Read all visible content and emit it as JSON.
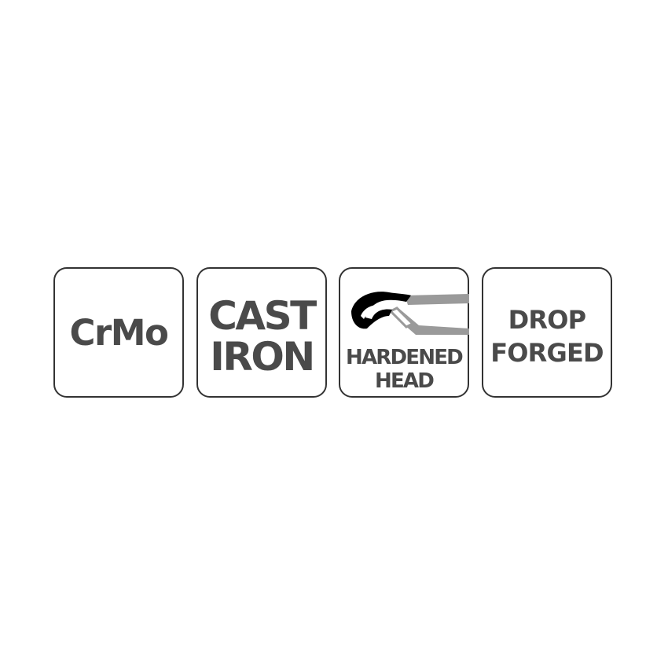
{
  "badges": {
    "crmo": {
      "label": "CrMo"
    },
    "cast_iron": {
      "line1": "CAST",
      "line2": "IRON"
    },
    "hardened_head": {
      "line1": "HARDENED",
      "line2": "HEAD",
      "icon": "pliers-icon"
    },
    "drop_forged": {
      "line1": "DROP",
      "line2": "FORGED"
    }
  },
  "colors": {
    "border": "#333333",
    "text": "#4a4a4a",
    "handle": "#9a9a9a",
    "head": "#000000"
  }
}
